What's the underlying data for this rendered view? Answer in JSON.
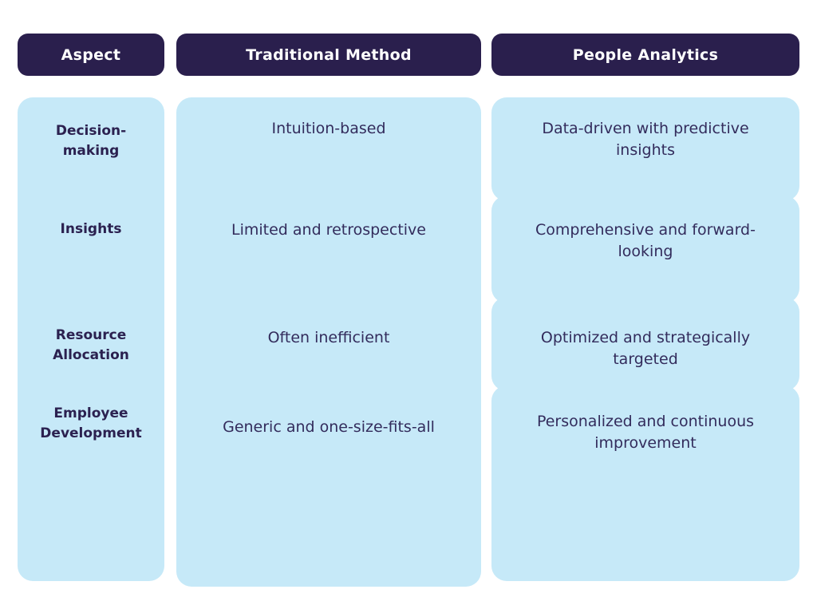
{
  "table": {
    "headers": [
      {
        "label": "Aspect"
      },
      {
        "label": "Traditional Method"
      },
      {
        "label": "People Analytics"
      }
    ],
    "rows": [
      {
        "aspect": "Decision-making",
        "traditional": "Intuition-based",
        "analytics": "Data-driven with predictive insights"
      },
      {
        "aspect": "Insights",
        "traditional": "Limited and retrospective",
        "analytics": "Comprehensive and forward-looking"
      },
      {
        "aspect": "Resource Allocation",
        "traditional": "Often inefficient",
        "analytics": "Optimized and strategically targeted"
      },
      {
        "aspect": "Employee Development",
        "traditional": "Generic and one-size-fits-all",
        "analytics": "Personalized and continuous improvement"
      }
    ]
  },
  "colors": {
    "header_bg": "#2a1f4d",
    "header_text": "#ffffff",
    "cell_bg": "#c6e9f8",
    "cell_text": "#332c5c",
    "aspect_text": "#2b2150",
    "page_bg": "#ffffff"
  }
}
